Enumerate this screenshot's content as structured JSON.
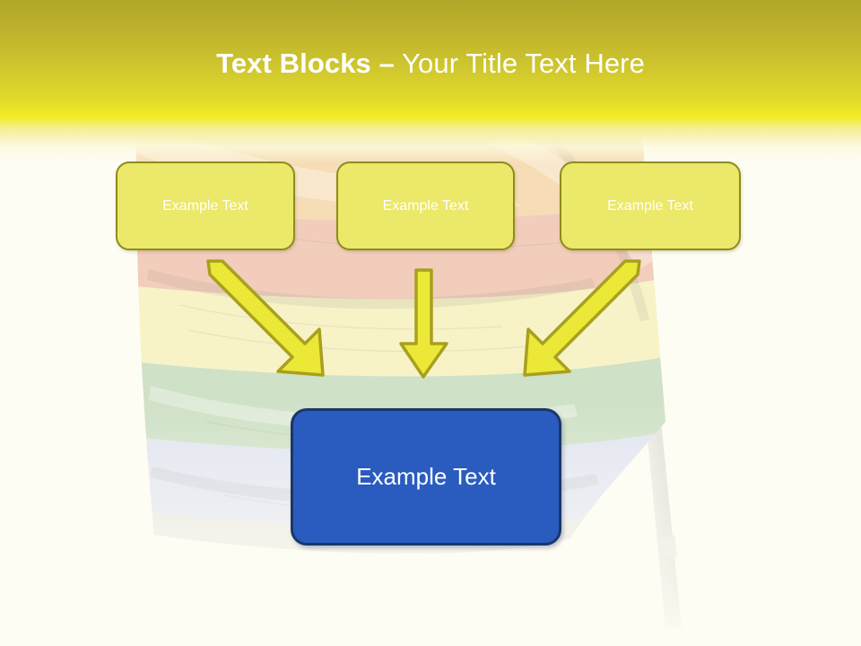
{
  "slide": {
    "title": {
      "bold_part": "Text Blocks –",
      "light_part": " Your Title Text Here",
      "full": "Text Blocks – Your Title Text Here"
    },
    "theme": {
      "header_top_color": "#b1a72a",
      "header_bottom_color": "#f2ec23",
      "slide_background_color": "#fdfdf2",
      "title_color": "#ffffff",
      "yellow_box_fill": "#ece869",
      "yellow_box_border": "#8e8c1c",
      "blue_box_fill": "#2a5cbf",
      "blue_box_border": "#1b3768",
      "arrow_fill": "#ece838",
      "arrow_border": "#a8a01e",
      "box_text_color": "#ffffff"
    },
    "background_image": {
      "name": "waving-rainbow-flag-photo",
      "flagpole": "flagpole",
      "bands": [
        {
          "name": "band-orange",
          "color": "#f6d9ae"
        },
        {
          "name": "band-salmon",
          "color": "#f5cfc0"
        },
        {
          "name": "band-pale-yellow",
          "color": "#f7f2c5"
        },
        {
          "name": "band-pale-green",
          "color": "#ccdfc5"
        },
        {
          "name": "band-pale-blue",
          "color": "#dfe3f2"
        },
        {
          "name": "band-pale-grey",
          "color": "#e6e6e4"
        }
      ]
    },
    "boxes": {
      "top": [
        {
          "id": "node-a",
          "label": "Example Text"
        },
        {
          "id": "node-b",
          "label": "Example Text"
        },
        {
          "id": "node-c",
          "label": "Example Text"
        }
      ],
      "bottom": {
        "id": "node-d",
        "label": "Example Text"
      }
    },
    "arrows": [
      {
        "name": "arrow-left-diagonal",
        "from": "node-a",
        "to": "node-d",
        "direction": "down-right"
      },
      {
        "name": "arrow-middle-straight",
        "from": "node-b",
        "to": "node-d",
        "direction": "down"
      },
      {
        "name": "arrow-right-diagonal",
        "from": "node-c",
        "to": "node-d",
        "direction": "down-left"
      }
    ]
  }
}
